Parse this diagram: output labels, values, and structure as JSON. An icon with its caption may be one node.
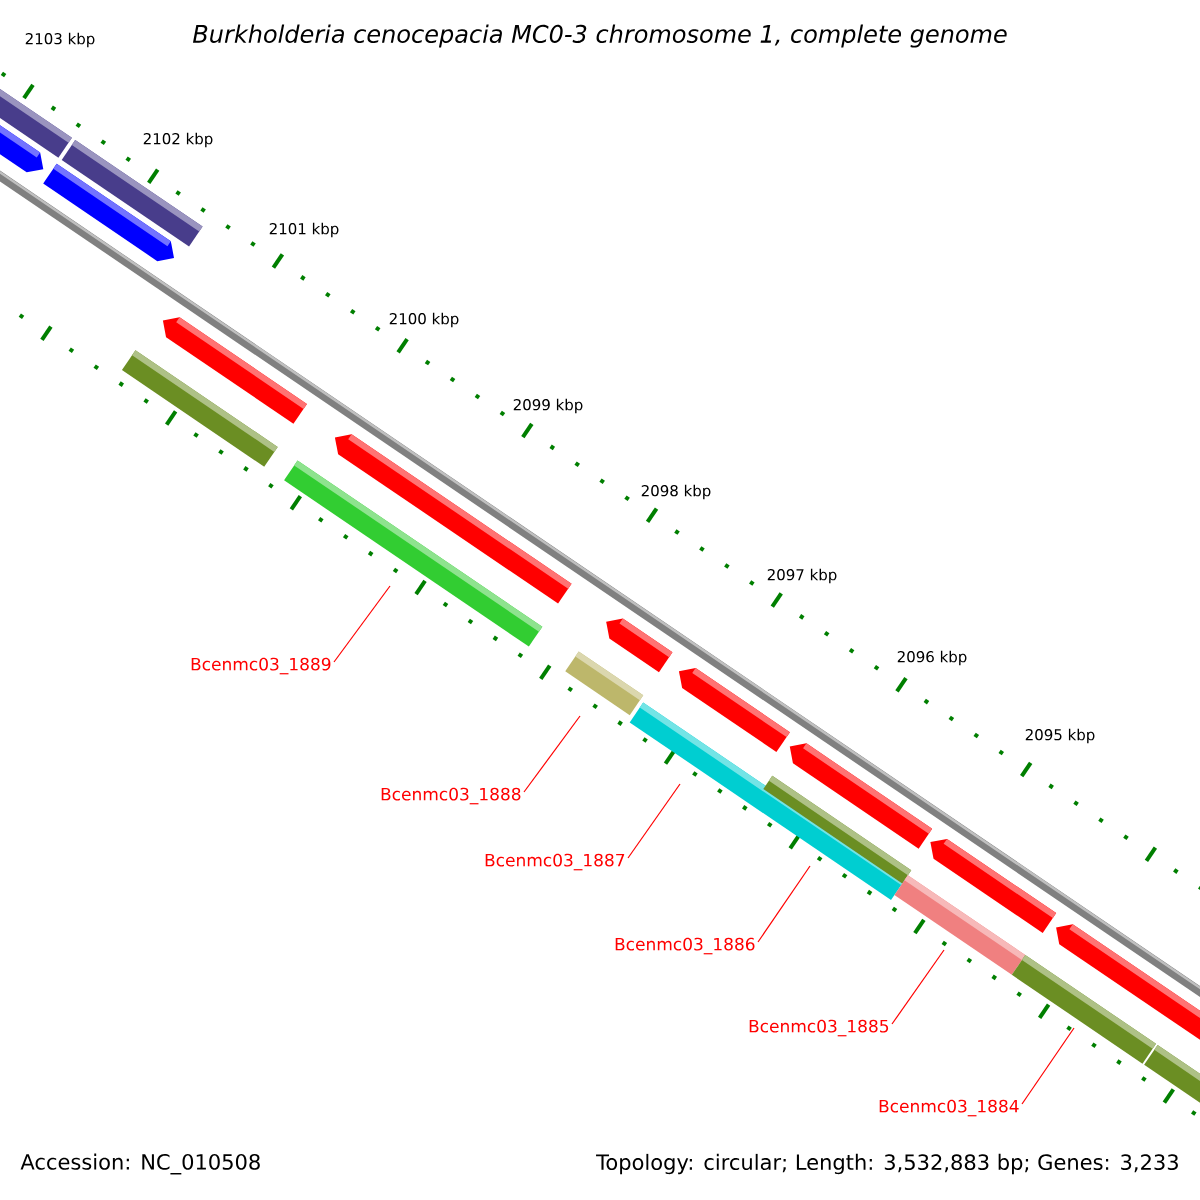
{
  "diagram": {
    "title": "Burkholderia cenocepacia MC0-3 chromosome 1, complete genome",
    "nodes": [
      {
        "text": [
          "Bcenmc03_1889"
        ]
      },
      {
        "text": [
          "Bcenmc03_1888"
        ]
      },
      {
        "text": [
          "Bcenmc03_1887"
        ]
      },
      {
        "text": [
          "Bcenmc03_1886"
        ]
      },
      {
        "text": [
          "Bcenmc03_1885"
        ]
      },
      {
        "text": [
          "Bcenmc03_1884"
        ]
      }
    ],
    "edges": [
      {
        "from": 0,
        "to": null,
        "arrow": "none"
      },
      {
        "from": 1,
        "to": null,
        "arrow": "none"
      },
      {
        "from": 2,
        "to": null,
        "arrow": "none"
      },
      {
        "from": 3,
        "to": null,
        "arrow": "none"
      },
      {
        "from": 4,
        "to": null,
        "arrow": "none"
      },
      {
        "from": 5,
        "to": null,
        "arrow": "none"
      }
    ],
    "labels": [
      "2103 kbp",
      "2102 kbp",
      "2101 kbp",
      "2100 kbp",
      "2099 kbp",
      "2098 kbp",
      "2097 kbp",
      "2096 kbp",
      "2095 kbp",
      "Accession: NC_010508",
      "Topology: circular; Length: 3,532,883 bp; Genes: 3,233"
    ]
  }
}
